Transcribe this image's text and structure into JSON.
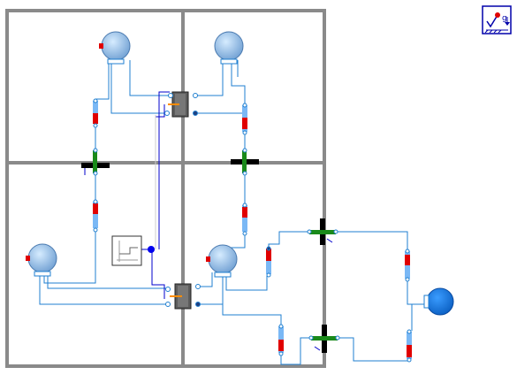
{
  "diagram": {
    "rooms": [
      "room-top-left",
      "room-top-right",
      "room-bottom-left",
      "room-bottom-right"
    ],
    "colors": {
      "wall": "#8a8a8a",
      "pipe": "#1f7fd0",
      "signal": "#0000cc",
      "volume_light": "#d6ecff",
      "volume_dark": "#6f9fd2",
      "pump": "#1f7fe0",
      "pipe_segment_light": "#7ab8f5",
      "pipe_segment_red": "#e00000",
      "valve_green": "#1a8a1a",
      "heater_grey": "#5c5c5c",
      "heater_orange": "#ff8c00"
    },
    "icons": {
      "gravity_block": "gravity-icon",
      "controller": "controller-icon",
      "pump": "pump-icon"
    },
    "gravity_label": "g"
  }
}
